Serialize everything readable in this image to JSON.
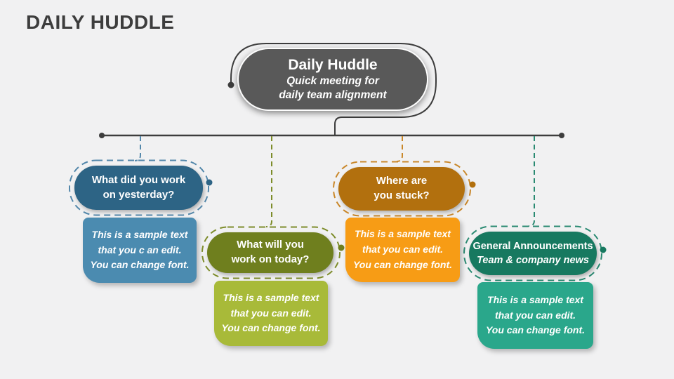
{
  "slide": {
    "title": "DAILY HUDDLE"
  },
  "colors": {
    "background": "#f1f1f2",
    "line": "#3d3d3d",
    "title_text": "#3d3d3d"
  },
  "root": {
    "title": "Daily Huddle",
    "subtitle_line1": "Quick meeting for",
    "subtitle_line2": "daily team alignment",
    "fill": "#595959"
  },
  "nodes": [
    {
      "id": "yesterday",
      "title_line1": "What did you work",
      "title_line2": "on yesterday?",
      "body_line1": "This is a sample text",
      "body_line2": "that you c an edit.",
      "body_line3": "You can change font.",
      "header_color": "#2d6485",
      "body_color": "#4b8bb0",
      "dash_color": "#5488ab",
      "dot_color": "#2d6485"
    },
    {
      "id": "today",
      "title_line1": "What will you",
      "title_line2": "work on today?",
      "body_line1": "This is a sample text",
      "body_line2": "that you can edit.",
      "body_line3": "You can change font.",
      "header_color": "#6f7f1e",
      "body_color": "#a8ba39",
      "dash_color": "#7d8c2a",
      "dot_color": "#6f7f1e"
    },
    {
      "id": "stuck",
      "title_line1": "Where are",
      "title_line2": "you stuck?",
      "body_line1": "This is a sample text",
      "body_line2": "that you can edit.",
      "body_line3": "You can change font.",
      "header_color": "#b2700e",
      "body_color": "#f79c15",
      "dash_color": "#c9872a",
      "dot_color": "#b2700e"
    },
    {
      "id": "announcements",
      "title_line1": "General Announcements",
      "title_line2": "Team & company news",
      "body_line1": "This is a sample text",
      "body_line2": "that you can edit.",
      "body_line3": "You can change font.",
      "header_color": "#177960",
      "body_color": "#2aa78b",
      "dash_color": "#2a8a72",
      "dot_color": "#177960"
    }
  ]
}
